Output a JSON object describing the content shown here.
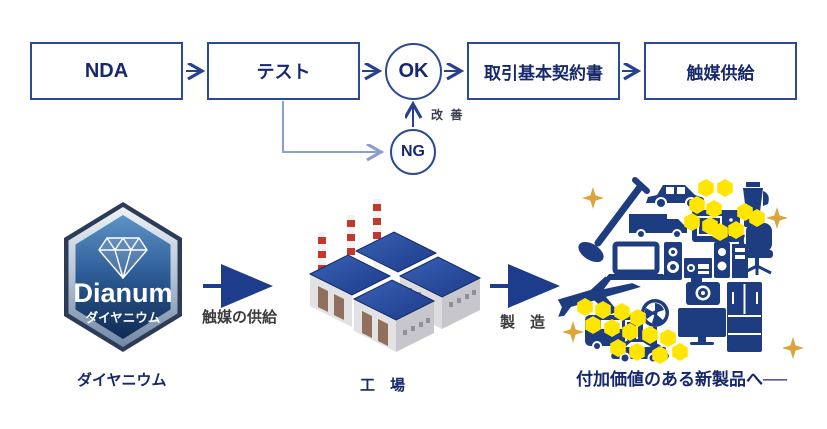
{
  "flowchart": {
    "steps": [
      {
        "label": "NDA"
      },
      {
        "label": "テスト"
      },
      {
        "label": "OK"
      },
      {
        "label": "取引基本契約書"
      },
      {
        "label": "触媒供給"
      }
    ],
    "ng_label": "NG",
    "improve_label": "改 善"
  },
  "pipeline": {
    "logo": {
      "brand": "Dianum",
      "brand_subtitle": "ダイヤニウム",
      "caption": "ダイヤニウム",
      "emblem_icon": "diamond-icon"
    },
    "supply_arrow_label": "触媒の供給",
    "factory_caption": "工　場",
    "manufacture_arrow_label": "製　造",
    "result_caption": "付加価値のある新製品へ──",
    "product_icons": [
      "vacuum-cleaner-icon",
      "suv-icon",
      "truck-icon",
      "microwave-icon",
      "blender-icon",
      "office-chair-icon",
      "laptop-icon",
      "speaker-icon",
      "av-receiver-icon",
      "speaker-cabinet-icon",
      "airplane-icon",
      "bus-icon",
      "electric-fan-icon",
      "sedan-icon",
      "camera-icon",
      "tv-icon",
      "refrigerator-icon",
      "catalyst-hexagon-icon",
      "sparkle-icon"
    ]
  },
  "colors": {
    "line_navy": "#27408f",
    "box_text_navy": "#18296b",
    "elbow_light_blue": "#8aa0cc",
    "label_gray": "#3c3c3c",
    "icon_navy": "#1e3c80",
    "catalyst_yellow": "#ffe600",
    "sparkle_gold": "#d9a53c",
    "roof_blue": "#2a4fa0",
    "chimney_red": "#c0392b"
  }
}
